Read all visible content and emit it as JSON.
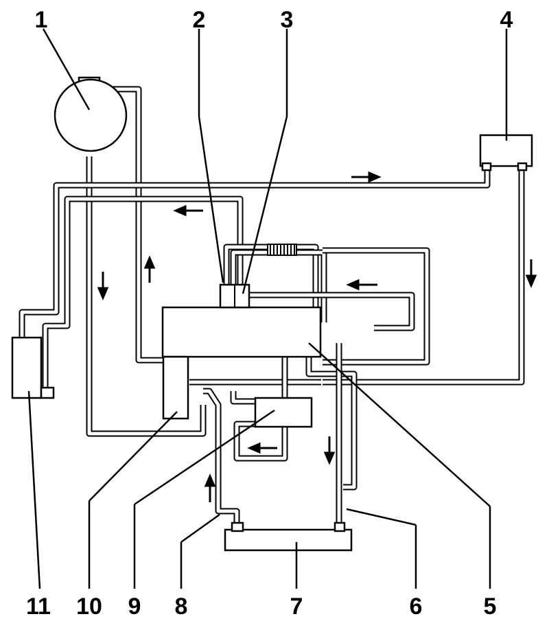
{
  "labels": {
    "l1": "1",
    "l2": "2",
    "l3": "3",
    "l4": "4",
    "l5": "5",
    "l6": "6",
    "l7": "7",
    "l8": "8",
    "l9": "9",
    "l10": "10",
    "l11": "11"
  },
  "arrows": [
    "right",
    "left",
    "up",
    "down",
    "down",
    "left",
    "left",
    "down",
    "up"
  ]
}
